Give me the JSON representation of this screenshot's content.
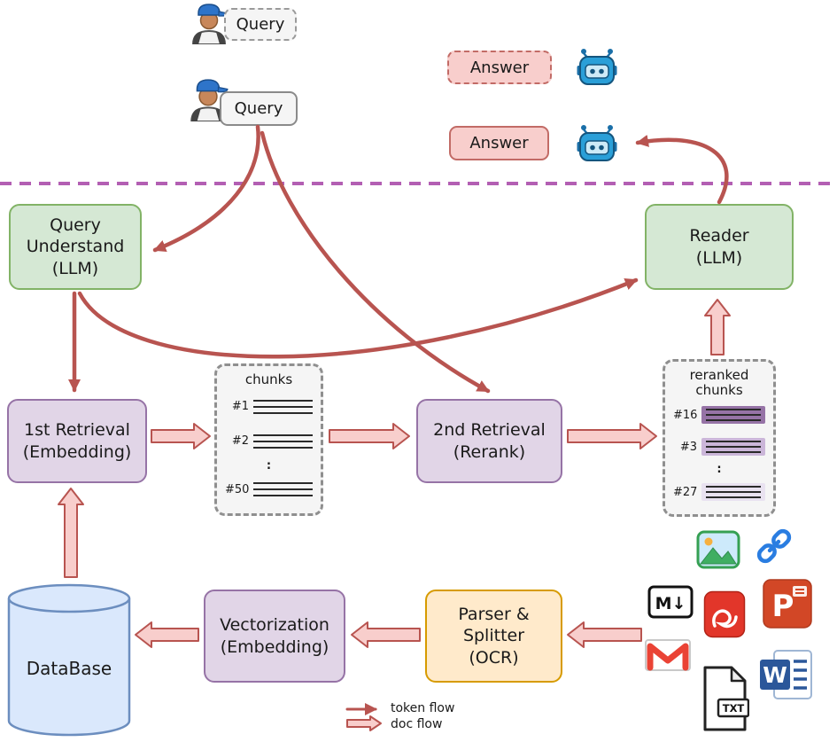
{
  "top": {
    "query_dashed_label": "Query",
    "query_solid_label": "Query",
    "answer_dashed_label": "Answer",
    "answer_solid_label": "Answer"
  },
  "boxes": {
    "query_understand": "Query\nUnderstand\n(LLM)",
    "reader": "Reader\n(LLM)",
    "first_retrieval": "1st Retrieval\n(Embedding)",
    "second_retrieval": "2nd Retrieval\n(Rerank)",
    "vectorization": "Vectorization\n(Embedding)",
    "parser_splitter": "Parser &\nSplitter\n(OCR)",
    "database": "DataBase"
  },
  "chunks_panel": {
    "title": "chunks",
    "items": [
      {
        "id": "#1"
      },
      {
        "id": "#2"
      },
      {
        "id": ":"
      },
      {
        "id": "#50"
      }
    ]
  },
  "reranked_panel": {
    "title": "reranked\nchunks",
    "items": [
      {
        "id": "#16"
      },
      {
        "id": "#3"
      },
      {
        "id": ":"
      },
      {
        "id": "#27"
      }
    ]
  },
  "legend": {
    "token_flow": "token flow",
    "doc_flow": "doc flow"
  },
  "icon_glyphs": {
    "markdown": "M↓",
    "txt": "TXT",
    "powerpoint": "P",
    "word": "W"
  },
  "icons": {
    "user": "user-icon",
    "robot": "robot-icon",
    "image": "image-icon",
    "link": "link-icon",
    "markdown": "markdown-icon",
    "pdf": "pdf-icon",
    "powerpoint": "powerpoint-icon",
    "gmail": "gmail-icon",
    "txt": "txt-file-icon",
    "word": "word-icon"
  },
  "colors": {
    "green_fill": "#d5e8d4",
    "green_border": "#82b366",
    "purple_fill": "#e1d5e7",
    "purple_border": "#9673a6",
    "orange_fill": "#ffeacb",
    "orange_border": "#d79b00",
    "blue_fill": "#dae8fc",
    "blue_border": "#6c8ebf",
    "pink_fill": "#f8cecc",
    "red_accent": "#b85450",
    "separator_purple": "#b35fb3"
  }
}
